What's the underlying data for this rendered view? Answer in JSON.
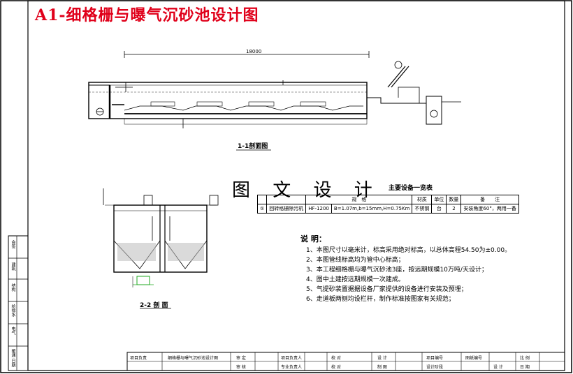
{
  "page_title": "A1-细格栅与曝气沉砂池设计图",
  "section_1_1": "1-1剖面图",
  "section_2_2": "2-2 剖 面",
  "big_title": "图 文 设 计",
  "dimension_total": "18000",
  "equipment": {
    "title": "主要设备一览表",
    "headers": [
      "",
      "",
      "规　格",
      "材质",
      "单位",
      "数量",
      "备　　注"
    ],
    "rows": [
      [
        "①",
        "回转格栅除污机",
        "HF-1200",
        "B=1.07m,b=15mm,H=0.75Km",
        "不锈钢",
        "台",
        "2",
        "安装角度60°，两用一备"
      ]
    ]
  },
  "notes": {
    "title": "说 明：",
    "items": [
      "1、本图尺寸以毫米计，标高采用绝对标高，以总体高程54.50为±0.00。",
      "2、本图管线标高均为管中心标高；",
      "3、本工程细格栅与曝气沉砂池3座，按远期规模10万吨/天设计；",
      "4、图中土建按远期规模一次建成。",
      "5、气提砂装置据据设备厂家提供的设备进行安装及预埋；",
      "6、走道板两侧均设栏杆，制作标准按图家有关规范；"
    ]
  },
  "title_block": {
    "row1": [
      "项目负责",
      "细格栅与曝气沉砂池设计图",
      "审 定",
      "项目负责人",
      "校 对",
      "设 计",
      "项目编号",
      "图纸编号",
      "比 例"
    ],
    "row2": [
      "审 核",
      "专业负责人",
      "校 对",
      "制 图",
      "设计阶段",
      "设 计",
      "日 期"
    ]
  },
  "side_strip": [
    "会签",
    "建筑",
    "结构",
    "给排水",
    "电气",
    "暖通",
    "日期"
  ]
}
